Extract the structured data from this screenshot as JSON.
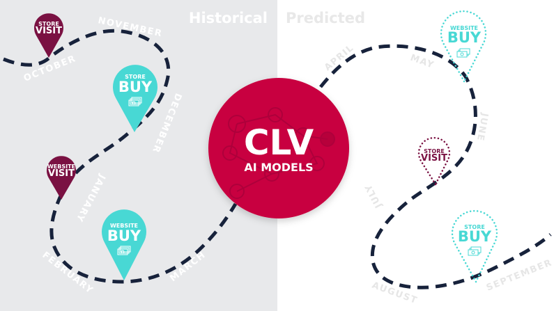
{
  "sections": {
    "historical": "Historical",
    "predicted": "Predicted"
  },
  "center": {
    "title": "CLV",
    "subtitle": "AI MODELS"
  },
  "months": {
    "historical": [
      "OCTOBER",
      "NOVEMBER",
      "DECEMBER",
      "JANUARY",
      "FEBRUARY",
      "MARCH"
    ],
    "predicted": [
      "APRIL",
      "MAY",
      "JUNE",
      "JULY",
      "AUGUST",
      "SEPTEMBER"
    ]
  },
  "pins": {
    "historical": [
      {
        "small": "STORE",
        "big": "VISIT",
        "style": "solid",
        "icon": "none"
      },
      {
        "small": "STORE",
        "big": "BUY",
        "style": "solid",
        "icon": "money-icon"
      },
      {
        "small": "WEBSITE",
        "big": "VISIT",
        "style": "solid",
        "icon": "none"
      },
      {
        "small": "WEBSITE",
        "big": "BUY",
        "style": "solid",
        "icon": "money-icon"
      }
    ],
    "predicted": [
      {
        "small": "WEBSITE",
        "big": "BUY",
        "style": "dotted",
        "icon": "money-icon"
      },
      {
        "small": "STORE",
        "big": "VISIT",
        "style": "dotted",
        "icon": "none"
      },
      {
        "small": "STORE",
        "big": "BUY",
        "style": "dotted",
        "icon": "money-icon"
      }
    ]
  },
  "colors": {
    "historical_bg": "#e8e9eb",
    "predicted_bg": "#ffffff",
    "visit": "#7a1142",
    "buy": "#48d8d4",
    "center": "#c8003f",
    "trail": "#17223b"
  }
}
